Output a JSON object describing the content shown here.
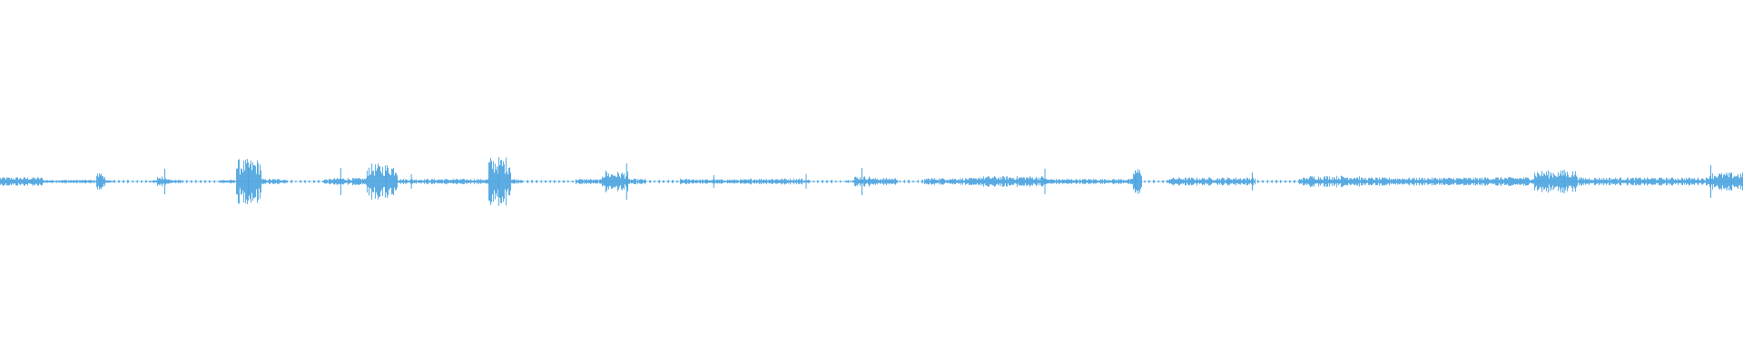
{
  "waveform": {
    "color": "#4aa3df",
    "background": "#ffffff",
    "baseline_level": 0.006,
    "segments": [
      {
        "start": 0.0,
        "end": 0.025,
        "amp": 0.01
      },
      {
        "start": 0.025,
        "end": 0.055,
        "amp": 0.004
      },
      {
        "start": 0.055,
        "end": 0.06,
        "amp": 0.02
      },
      {
        "start": 0.06,
        "end": 0.09,
        "amp": 0.003
      },
      {
        "start": 0.09,
        "end": 0.097,
        "amp": 0.012
      },
      {
        "start": 0.097,
        "end": 0.135,
        "amp": 0.004
      },
      {
        "start": 0.135,
        "end": 0.15,
        "amp": 0.05
      },
      {
        "start": 0.15,
        "end": 0.19,
        "amp": 0.006
      },
      {
        "start": 0.19,
        "end": 0.21,
        "amp": 0.008
      },
      {
        "start": 0.21,
        "end": 0.228,
        "amp": 0.04
      },
      {
        "start": 0.228,
        "end": 0.265,
        "amp": 0.006
      },
      {
        "start": 0.265,
        "end": 0.28,
        "amp": 0.006
      },
      {
        "start": 0.28,
        "end": 0.293,
        "amp": 0.055
      },
      {
        "start": 0.293,
        "end": 0.34,
        "amp": 0.006
      },
      {
        "start": 0.34,
        "end": 0.345,
        "amp": 0.005
      },
      {
        "start": 0.345,
        "end": 0.36,
        "amp": 0.022
      },
      {
        "start": 0.36,
        "end": 0.4,
        "amp": 0.006
      },
      {
        "start": 0.4,
        "end": 0.43,
        "amp": 0.005
      },
      {
        "start": 0.43,
        "end": 0.46,
        "amp": 0.007
      },
      {
        "start": 0.46,
        "end": 0.49,
        "amp": 0.004
      },
      {
        "start": 0.49,
        "end": 0.5,
        "amp": 0.012
      },
      {
        "start": 0.5,
        "end": 0.56,
        "amp": 0.008
      },
      {
        "start": 0.56,
        "end": 0.6,
        "amp": 0.012
      },
      {
        "start": 0.6,
        "end": 0.65,
        "amp": 0.006
      },
      {
        "start": 0.65,
        "end": 0.66,
        "amp": 0.03
      },
      {
        "start": 0.66,
        "end": 0.75,
        "amp": 0.009
      },
      {
        "start": 0.75,
        "end": 0.78,
        "amp": 0.013
      },
      {
        "start": 0.78,
        "end": 0.85,
        "amp": 0.009
      },
      {
        "start": 0.85,
        "end": 0.88,
        "amp": 0.01
      },
      {
        "start": 0.88,
        "end": 0.905,
        "amp": 0.025
      },
      {
        "start": 0.905,
        "end": 0.98,
        "amp": 0.009
      },
      {
        "start": 0.98,
        "end": 1.0,
        "amp": 0.02
      }
    ],
    "spikes": [
      {
        "pos": 0.0575,
        "amp": 0.035
      },
      {
        "pos": 0.0945,
        "amp": 0.07
      },
      {
        "pos": 0.1425,
        "amp": 0.08
      },
      {
        "pos": 0.1955,
        "amp": 0.075
      },
      {
        "pos": 0.2215,
        "amp": 0.06
      },
      {
        "pos": 0.236,
        "amp": 0.04
      },
      {
        "pos": 0.286,
        "amp": 0.085
      },
      {
        "pos": 0.3475,
        "amp": 0.06
      },
      {
        "pos": 0.3595,
        "amp": 0.1
      },
      {
        "pos": 0.4095,
        "amp": 0.035
      },
      {
        "pos": 0.4625,
        "amp": 0.04
      },
      {
        "pos": 0.4945,
        "amp": 0.075
      },
      {
        "pos": 0.5995,
        "amp": 0.07
      },
      {
        "pos": 0.6515,
        "amp": 0.06
      },
      {
        "pos": 0.7185,
        "amp": 0.05
      },
      {
        "pos": 0.8975,
        "amp": 0.065
      },
      {
        "pos": 0.9815,
        "amp": 0.09
      },
      {
        "pos": 0.9935,
        "amp": 0.05
      }
    ],
    "gaps": [
      {
        "start": 0.065,
        "end": 0.085
      },
      {
        "start": 0.105,
        "end": 0.125
      },
      {
        "start": 0.165,
        "end": 0.185
      },
      {
        "start": 0.3,
        "end": 0.33
      },
      {
        "start": 0.37,
        "end": 0.39
      },
      {
        "start": 0.465,
        "end": 0.485
      },
      {
        "start": 0.515,
        "end": 0.53
      },
      {
        "start": 0.655,
        "end": 0.67
      },
      {
        "start": 0.72,
        "end": 0.745
      }
    ]
  }
}
